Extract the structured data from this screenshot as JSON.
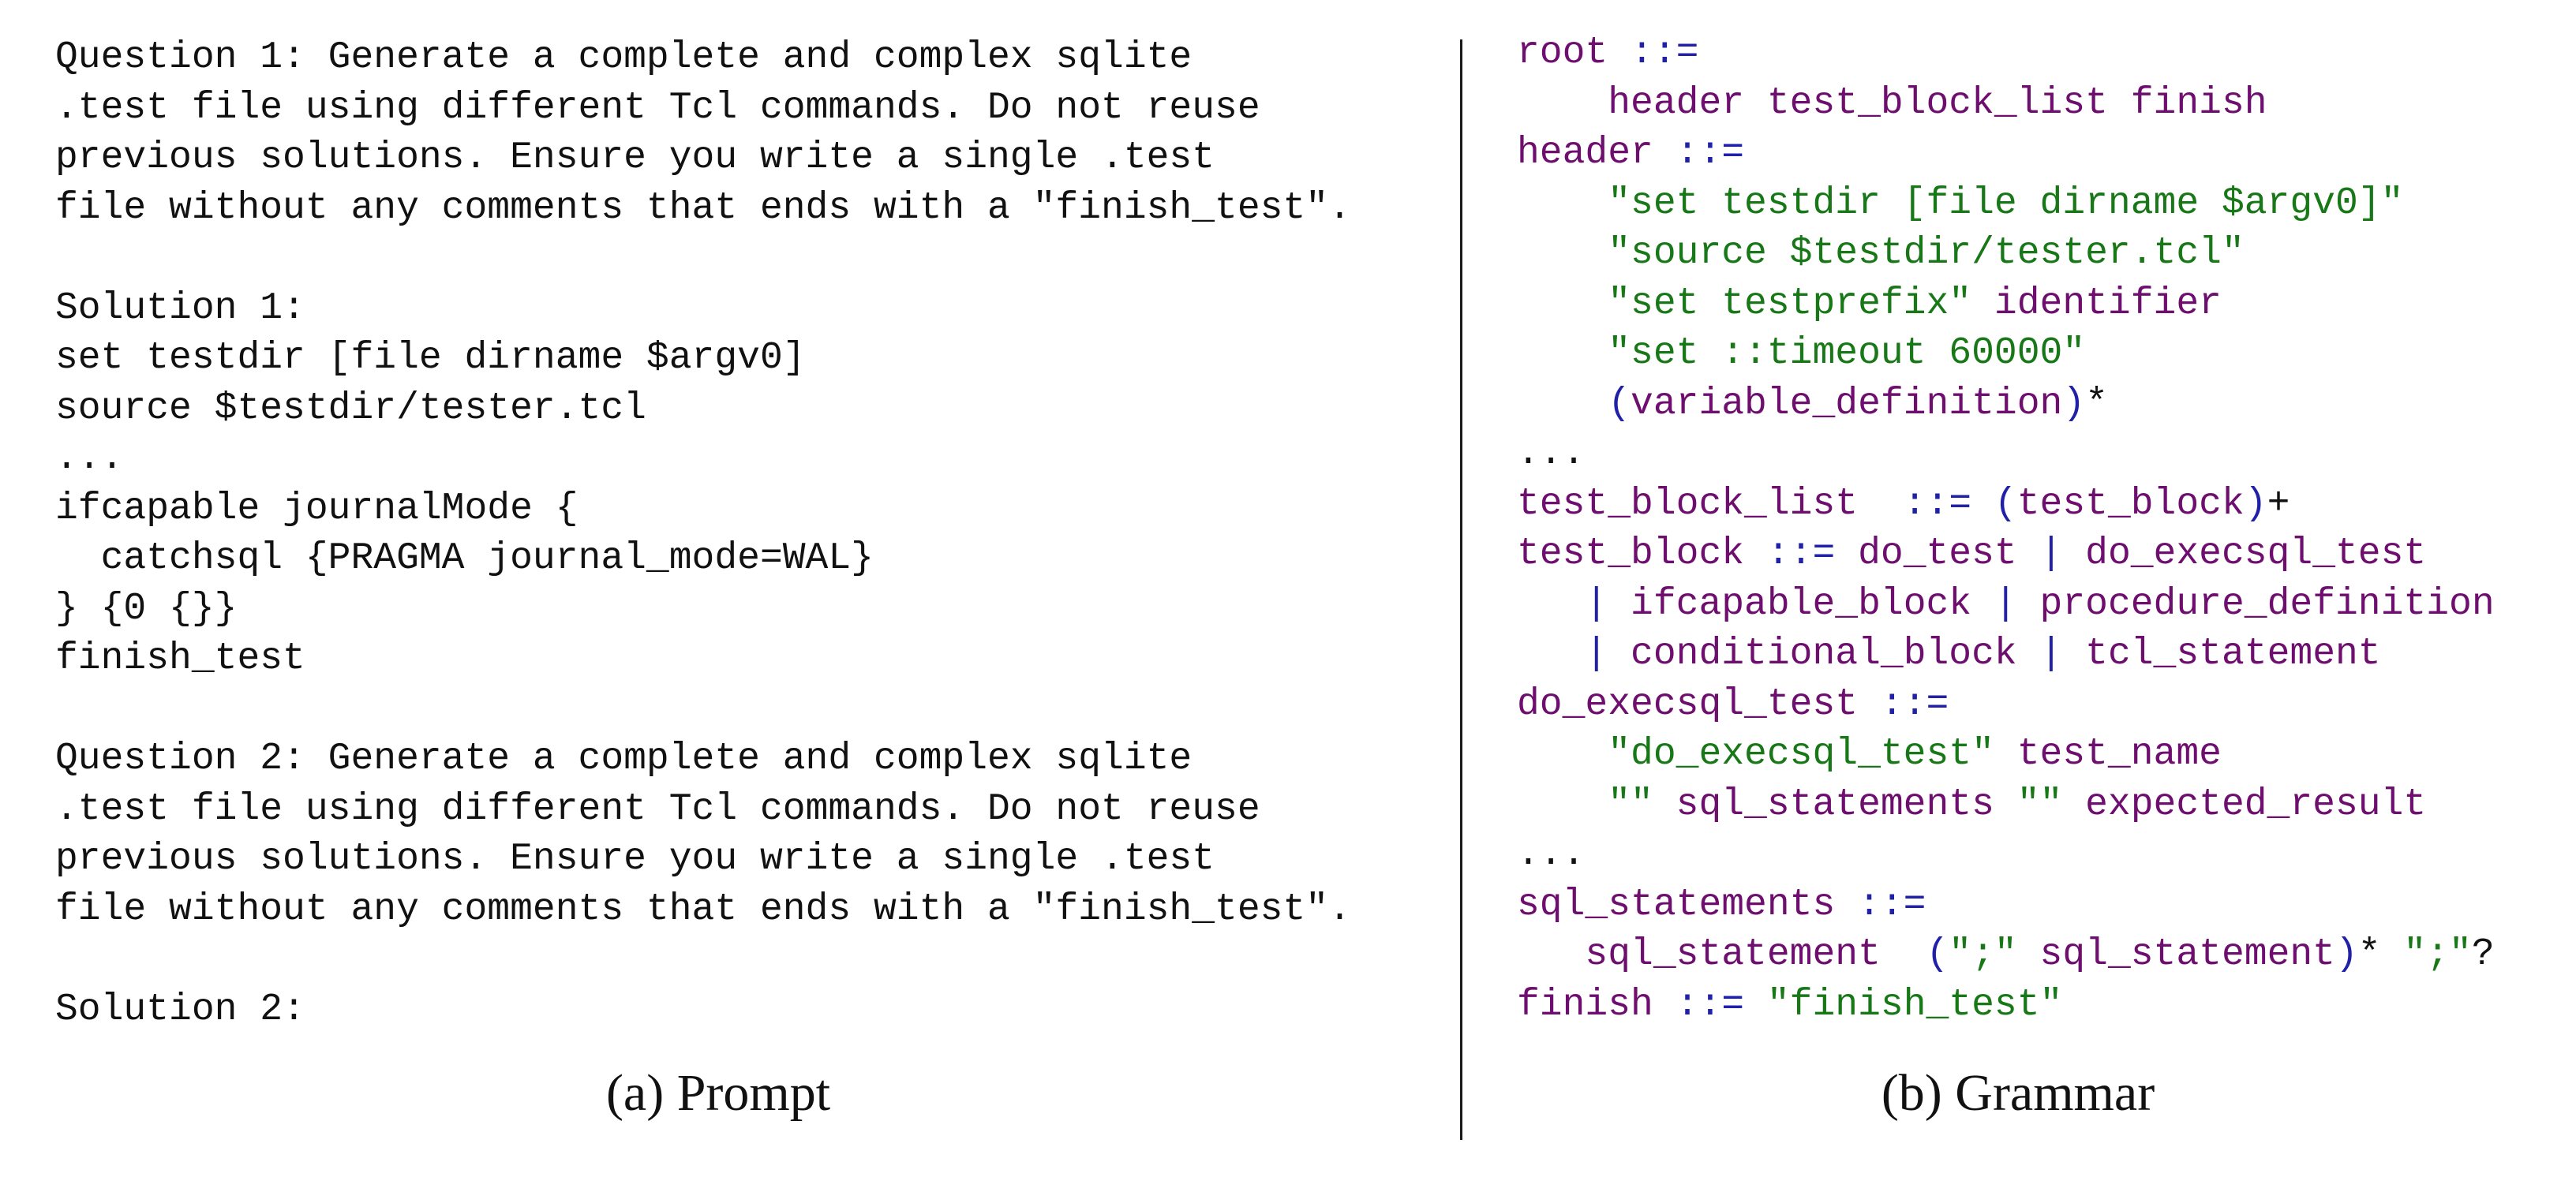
{
  "prompt": {
    "caption": "(a) Prompt",
    "lines": [
      "Question 1: Generate a complete and complex sqlite",
      ".test file using different Tcl commands. Do not reuse",
      "previous solutions. Ensure you write a single .test",
      "file without any comments that ends with a \"finish_test\".",
      "",
      "Solution 1:",
      "set testdir [file dirname $argv0]",
      "source $testdir/tester.tcl",
      "...",
      "ifcapable journalMode {",
      "  catchsql {PRAGMA journal_mode=WAL}",
      "} {0 {}}",
      "finish_test",
      "",
      "Question 2: Generate a complete and complex sqlite",
      ".test file using different Tcl commands. Do not reuse",
      "previous solutions. Ensure you write a single .test",
      "file without any comments that ends with a \"finish_test\".",
      "",
      "Solution 2:"
    ]
  },
  "grammar": {
    "caption": "(b) Grammar",
    "colors": {
      "nonterminal": "#6e0e6e",
      "operator": "#2020a8",
      "string": "#187818",
      "plain": "#111111"
    },
    "lines": [
      [
        {
          "t": "nt",
          "v": "root"
        },
        {
          "t": "op",
          "v": " ::="
        }
      ],
      [
        {
          "t": "nt",
          "v": "    header test_block_list finish"
        }
      ],
      [
        {
          "t": "nt",
          "v": "header"
        },
        {
          "t": "op",
          "v": " ::="
        }
      ],
      [
        {
          "t": "str",
          "v": "    \"set testdir [file dirname $argv0]\""
        }
      ],
      [
        {
          "t": "str",
          "v": "    \"source $testdir/tester.tcl\""
        }
      ],
      [
        {
          "t": "str",
          "v": "    \"set testprefix\""
        },
        {
          "t": "nt",
          "v": " identifier"
        }
      ],
      [
        {
          "t": "str",
          "v": "    \"set ::timeout 60000\""
        }
      ],
      [
        {
          "t": "op",
          "v": "    ("
        },
        {
          "t": "nt",
          "v": "variable_definition"
        },
        {
          "t": "op",
          "v": ")"
        },
        {
          "t": "plain",
          "v": "*"
        }
      ],
      [
        {
          "t": "plain",
          "v": "..."
        }
      ],
      [
        {
          "t": "nt",
          "v": "test_block_list"
        },
        {
          "t": "op",
          "v": "  ::= ("
        },
        {
          "t": "nt",
          "v": "test_block"
        },
        {
          "t": "op",
          "v": ")"
        },
        {
          "t": "plain",
          "v": "+"
        }
      ],
      [
        {
          "t": "nt",
          "v": "test_block"
        },
        {
          "t": "op",
          "v": " ::= "
        },
        {
          "t": "nt",
          "v": "do_test"
        },
        {
          "t": "op",
          "v": " | "
        },
        {
          "t": "nt",
          "v": "do_execsql_test"
        }
      ],
      [
        {
          "t": "op",
          "v": "   | "
        },
        {
          "t": "nt",
          "v": "ifcapable_block"
        },
        {
          "t": "op",
          "v": " | "
        },
        {
          "t": "nt",
          "v": "procedure_definition"
        }
      ],
      [
        {
          "t": "op",
          "v": "   | "
        },
        {
          "t": "nt",
          "v": "conditional_block"
        },
        {
          "t": "op",
          "v": " | "
        },
        {
          "t": "nt",
          "v": "tcl_statement"
        }
      ],
      [
        {
          "t": "nt",
          "v": "do_execsql_test"
        },
        {
          "t": "op",
          "v": " ::="
        }
      ],
      [
        {
          "t": "str",
          "v": "    \"do_execsql_test\""
        },
        {
          "t": "nt",
          "v": " test_name"
        }
      ],
      [
        {
          "t": "str",
          "v": "    \"\""
        },
        {
          "t": "nt",
          "v": " sql_statements "
        },
        {
          "t": "str",
          "v": "\"\""
        },
        {
          "t": "nt",
          "v": " expected_result"
        }
      ],
      [
        {
          "t": "plain",
          "v": "..."
        }
      ],
      [
        {
          "t": "nt",
          "v": "sql_statements"
        },
        {
          "t": "op",
          "v": " ::="
        }
      ],
      [
        {
          "t": "nt",
          "v": "   sql_statement  "
        },
        {
          "t": "op",
          "v": "("
        },
        {
          "t": "str",
          "v": "\";\""
        },
        {
          "t": "nt",
          "v": " sql_statement"
        },
        {
          "t": "op",
          "v": ")"
        },
        {
          "t": "plain",
          "v": "* "
        },
        {
          "t": "str",
          "v": "\";\""
        },
        {
          "t": "plain",
          "v": "?"
        }
      ],
      [
        {
          "t": "nt",
          "v": "finish"
        },
        {
          "t": "op",
          "v": " ::= "
        },
        {
          "t": "str",
          "v": "\"finish_test\""
        }
      ]
    ]
  }
}
